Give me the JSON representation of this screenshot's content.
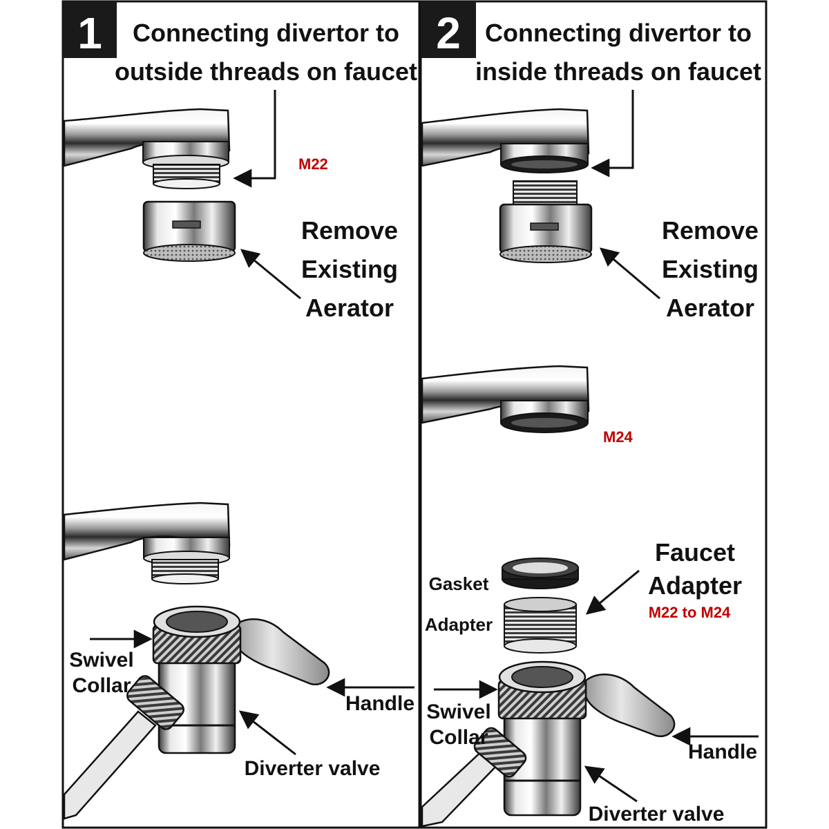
{
  "colors": {
    "accent_red": "#c00000",
    "ink": "#111111",
    "badge_bg": "#1a1a1a",
    "chrome_light": "#e8e8e8",
    "chrome_dark": "#2a2a2a"
  },
  "panel1": {
    "number": "1",
    "title_line1": "Connecting divertor to",
    "title_line2": "outside threads on faucet",
    "thread_size": "M22",
    "remove_line1": "Remove",
    "remove_line2": "Existing",
    "remove_line3": "Aerator",
    "swivel_line1": "Swivel",
    "swivel_line2": "Collar",
    "handle": "Handle",
    "diverter": "Diverter valve"
  },
  "panel2": {
    "number": "2",
    "title_line1": "Connecting divertor to",
    "title_line2": "inside threads on faucet",
    "thread_size": "M24",
    "remove_line1": "Remove",
    "remove_line2": "Existing",
    "remove_line3": "Aerator",
    "adapter_title_line1": "Faucet",
    "adapter_title_line2": "Adapter",
    "adapter_size": "M22 to M24",
    "gasket": "Gasket",
    "adapter": "Adapter",
    "swivel_line1": "Swivel",
    "swivel_line2": "Collar",
    "handle": "Handle",
    "diverter": "Diverter valve"
  }
}
